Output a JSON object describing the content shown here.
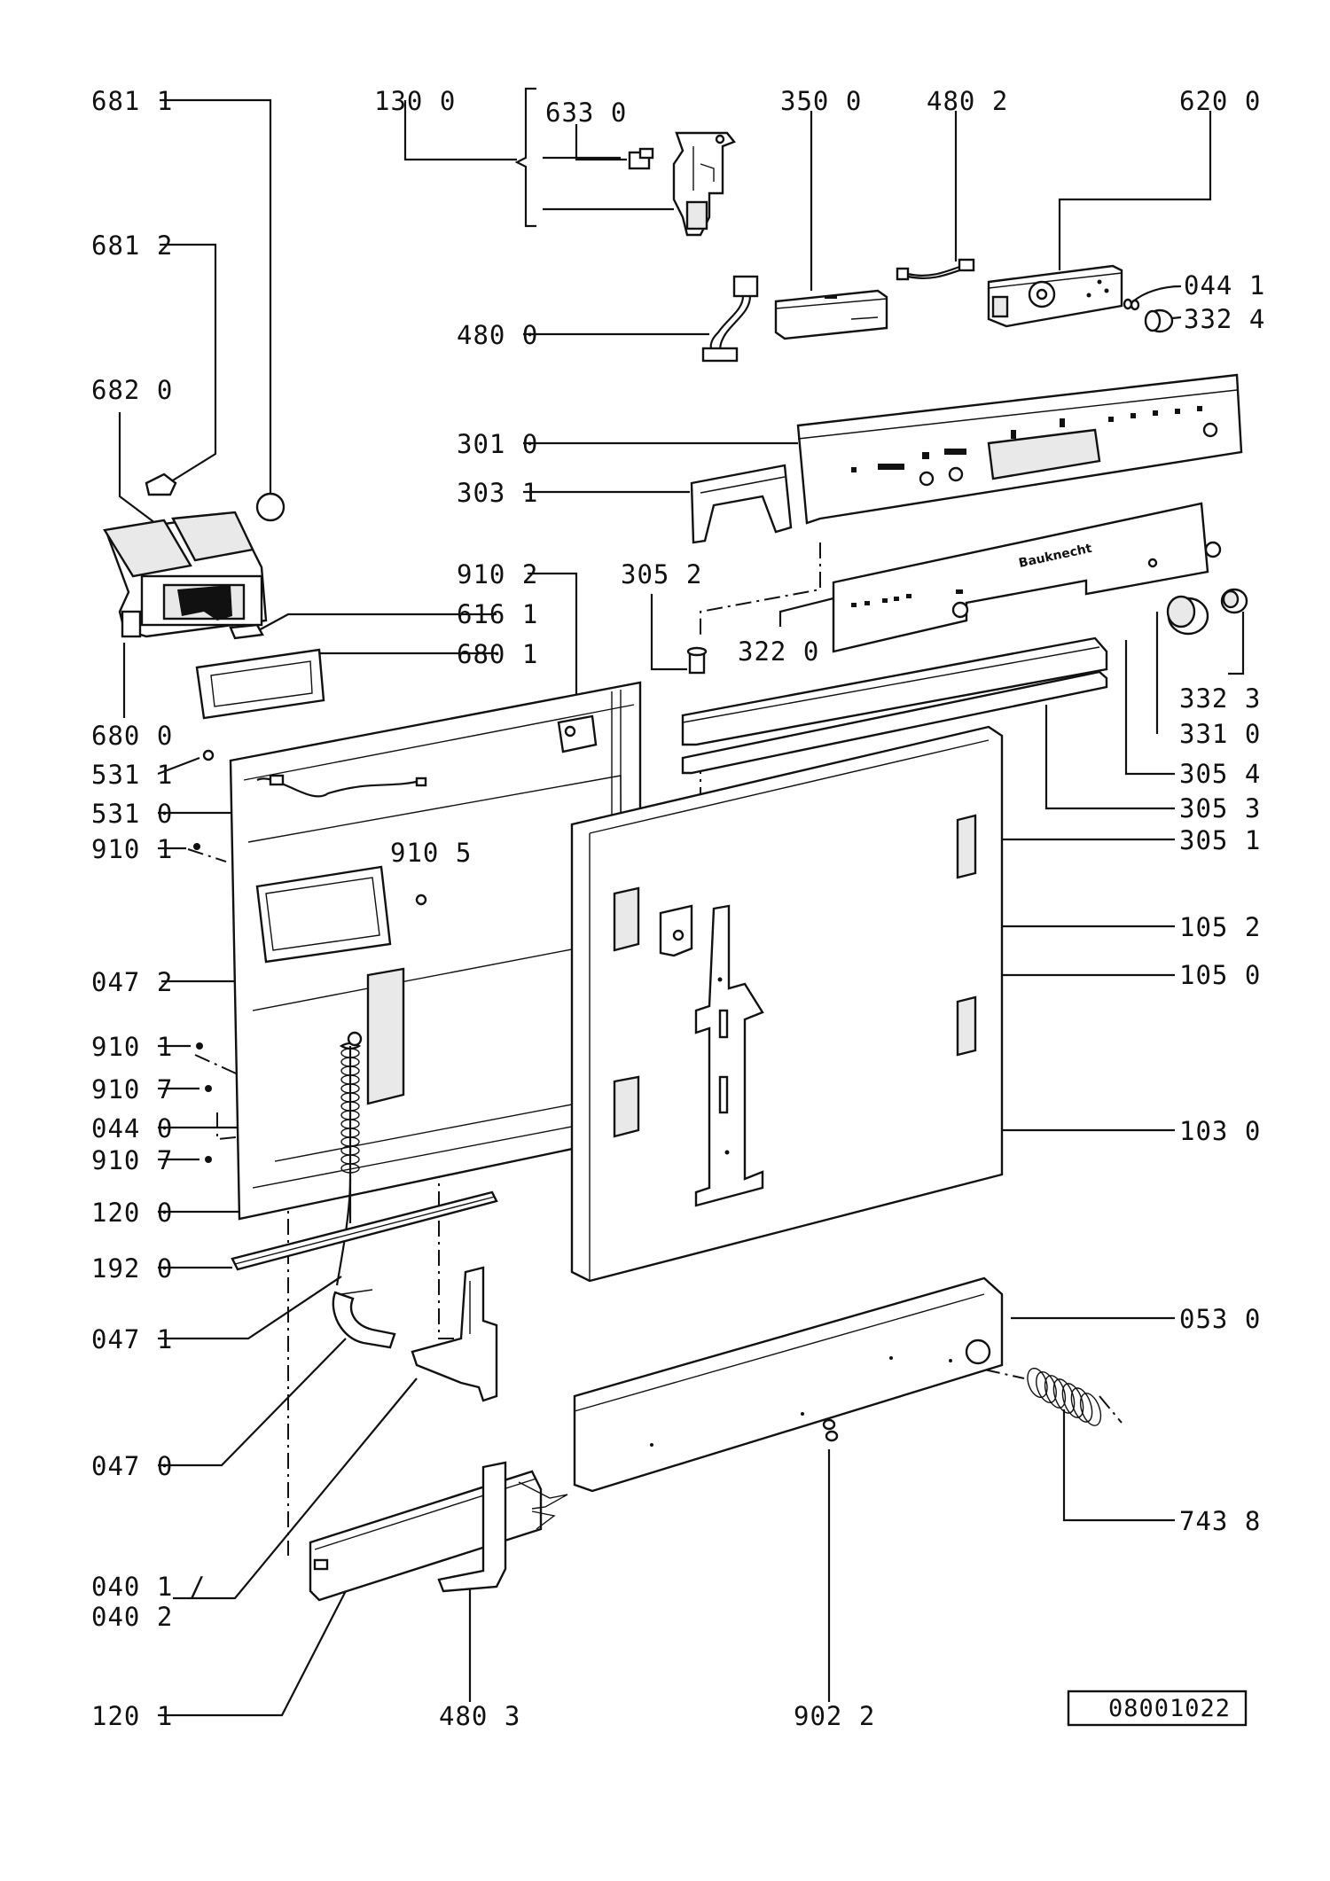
{
  "labels": {
    "l_681_1": "681 1",
    "l_130_0": "130 0",
    "l_633_0": "633 0",
    "l_350_0": "350 0",
    "l_480_2": "480 2",
    "l_620_0": "620 0",
    "l_681_2": "681 2",
    "l_044_1": "044 1",
    "l_332_4": "332 4",
    "l_480_0": "480 0",
    "l_682_0": "682 0",
    "l_301_0": "301 0",
    "l_303_1": "303 1",
    "l_910_2": "910 2",
    "l_305_2": "305 2",
    "l_616_1": "616 1",
    "l_322_0": "322 0",
    "l_680_1": "680 1",
    "l_332_3": "332 3",
    "l_680_0": "680 0",
    "l_331_0": "331 0",
    "l_531_1": "531 1",
    "l_305_4": "305 4",
    "l_531_0": "531 0",
    "l_305_3": "305 3",
    "l_910_1a": "910 1",
    "l_305_1": "305 1",
    "l_910_5": "910 5",
    "l_105_2": "105 2",
    "l_105_0": "105 0",
    "l_047_2": "047 2",
    "l_910_1b": "910 1",
    "l_910_7a": "910 7",
    "l_044_0": "044 0",
    "l_103_0": "103 0",
    "l_910_7b": "910 7",
    "l_120_0": "120 0",
    "l_192_0": "192 0",
    "l_053_0": "053 0",
    "l_047_1": "047 1",
    "l_047_0": "047 0",
    "l_743_8": "743 8",
    "l_040_1": "040 1 /",
    "l_040_2": "040 2",
    "l_120_1": "120 1",
    "l_480_3": "480 3",
    "l_902_2": "902 2"
  },
  "brand_text": "Bauknecht",
  "document_code": "08001022"
}
